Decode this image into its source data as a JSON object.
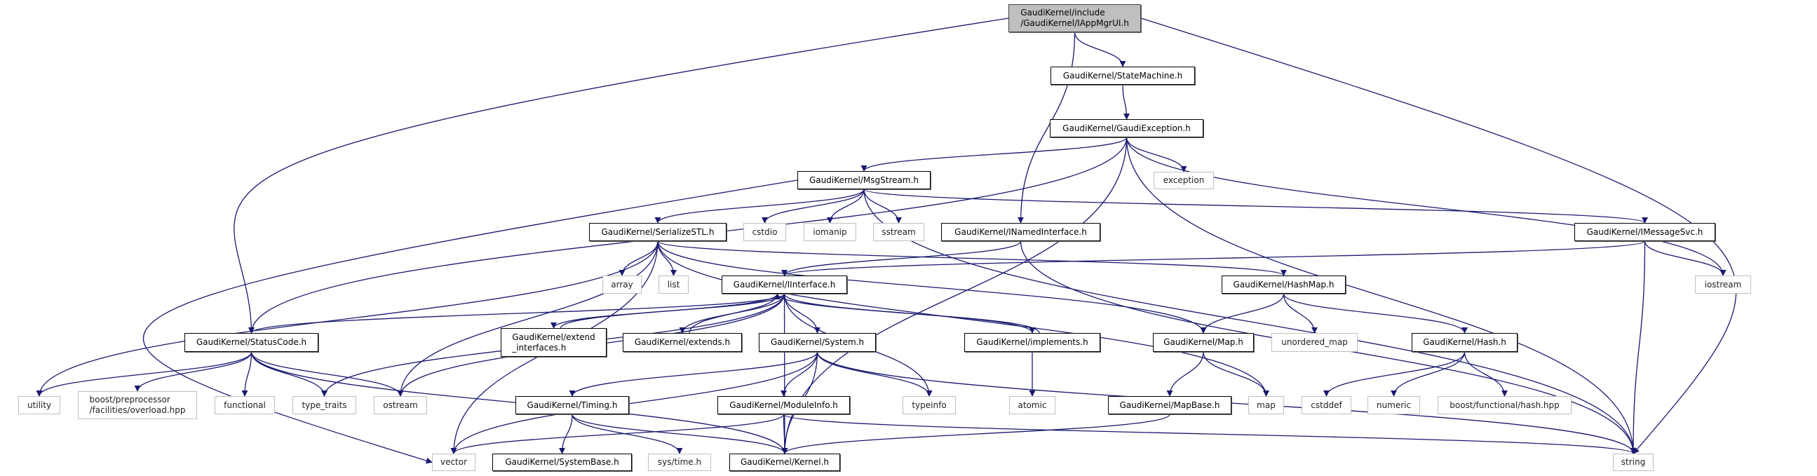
{
  "graph": {
    "edge_color": "#191970",
    "root_fill": "#bfbfbf",
    "nodes": {
      "root": {
        "label": "GaudiKernel/include\n/GaudiKernel/IAppMgrUI.h",
        "kind": "root"
      },
      "statemachine": {
        "label": "GaudiKernel/StateMachine.h",
        "kind": "documented"
      },
      "gaudiexception": {
        "label": "GaudiKernel/GaudiException.h",
        "kind": "documented"
      },
      "exception": {
        "label": "exception",
        "kind": "external"
      },
      "msgstream": {
        "label": "GaudiKernel/MsgStream.h",
        "kind": "documented"
      },
      "serializestl": {
        "label": "GaudiKernel/SerializeSTL.h",
        "kind": "documented"
      },
      "cstdio": {
        "label": "cstdio",
        "kind": "external"
      },
      "iomanip": {
        "label": "iomanip",
        "kind": "external"
      },
      "sstream": {
        "label": "sstream",
        "kind": "external"
      },
      "inamedinterface": {
        "label": "GaudiKernel/INamedInterface.h",
        "kind": "documented"
      },
      "imessagesvc": {
        "label": "GaudiKernel/IMessageSvc.h",
        "kind": "documented"
      },
      "array": {
        "label": "array",
        "kind": "external"
      },
      "list": {
        "label": "list",
        "kind": "external"
      },
      "iinterface": {
        "label": "GaudiKernel/IInterface.h",
        "kind": "documented"
      },
      "hashmap": {
        "label": "GaudiKernel/HashMap.h",
        "kind": "documented"
      },
      "iostream": {
        "label": "iostream",
        "kind": "external"
      },
      "statuscode": {
        "label": "GaudiKernel/StatusCode.h",
        "kind": "documented"
      },
      "extend_interfaces": {
        "label": "GaudiKernel/extend\n_interfaces.h",
        "kind": "documented"
      },
      "extends": {
        "label": "GaudiKernel/extends.h",
        "kind": "documented"
      },
      "system": {
        "label": "GaudiKernel/System.h",
        "kind": "documented"
      },
      "implements": {
        "label": "GaudiKernel/implements.h",
        "kind": "documented"
      },
      "map_h": {
        "label": "GaudiKernel/Map.h",
        "kind": "documented"
      },
      "unordered_map": {
        "label": "unordered_map",
        "kind": "external"
      },
      "hash": {
        "label": "GaudiKernel/Hash.h",
        "kind": "documented"
      },
      "utility": {
        "label": "utility",
        "kind": "external"
      },
      "boost_pp": {
        "label": "boost/preprocessor\n/facilities/overload.hpp",
        "kind": "external"
      },
      "functional": {
        "label": "functional",
        "kind": "external"
      },
      "type_traits": {
        "label": "type_traits",
        "kind": "external"
      },
      "ostream": {
        "label": "ostream",
        "kind": "external"
      },
      "timing": {
        "label": "GaudiKernel/Timing.h",
        "kind": "documented"
      },
      "moduleinfo": {
        "label": "GaudiKernel/ModuleInfo.h",
        "kind": "documented"
      },
      "typeinfo": {
        "label": "typeinfo",
        "kind": "external"
      },
      "atomic": {
        "label": "atomic",
        "kind": "external"
      },
      "mapbase": {
        "label": "GaudiKernel/MapBase.h",
        "kind": "documented"
      },
      "map": {
        "label": "map",
        "kind": "external"
      },
      "cstddef": {
        "label": "cstddef",
        "kind": "external"
      },
      "numeric": {
        "label": "numeric",
        "kind": "external"
      },
      "boost_hash": {
        "label": "boost/functional/hash.hpp",
        "kind": "external"
      },
      "vector": {
        "label": "vector",
        "kind": "external"
      },
      "systembase": {
        "label": "GaudiKernel/SystemBase.h",
        "kind": "documented"
      },
      "systime": {
        "label": "sys/time.h",
        "kind": "external"
      },
      "kernel": {
        "label": "GaudiKernel/Kernel.h",
        "kind": "documented"
      },
      "string": {
        "label": "string",
        "kind": "external"
      }
    },
    "edges": [
      [
        "root",
        "statemachine"
      ],
      [
        "root",
        "inamedinterface"
      ],
      [
        "root",
        "statuscode"
      ],
      [
        "root",
        "string"
      ],
      [
        "statemachine",
        "gaudiexception"
      ],
      [
        "gaudiexception",
        "msgstream"
      ],
      [
        "gaudiexception",
        "statuscode"
      ],
      [
        "gaudiexception",
        "exception"
      ],
      [
        "gaudiexception",
        "kernel"
      ],
      [
        "gaudiexception",
        "iostream"
      ],
      [
        "gaudiexception",
        "string"
      ],
      [
        "msgstream",
        "serializestl"
      ],
      [
        "msgstream",
        "cstdio"
      ],
      [
        "msgstream",
        "iomanip"
      ],
      [
        "msgstream",
        "sstream"
      ],
      [
        "msgstream",
        "vector"
      ],
      [
        "msgstream",
        "string"
      ],
      [
        "msgstream",
        "imessagesvc"
      ],
      [
        "serializestl",
        "array"
      ],
      [
        "serializestl",
        "list"
      ],
      [
        "serializestl",
        "utility"
      ],
      [
        "serializestl",
        "ostream"
      ],
      [
        "serializestl",
        "vector"
      ],
      [
        "serializestl",
        "hashmap"
      ],
      [
        "serializestl",
        "map_h"
      ],
      [
        "serializestl",
        "map"
      ],
      [
        "inamedinterface",
        "iinterface"
      ],
      [
        "inamedinterface",
        "string"
      ],
      [
        "imessagesvc",
        "iinterface"
      ],
      [
        "imessagesvc",
        "string"
      ],
      [
        "imessagesvc",
        "iostream"
      ],
      [
        "iinterface",
        "statuscode"
      ],
      [
        "iinterface",
        "extend_interfaces"
      ],
      [
        "iinterface",
        "extends"
      ],
      [
        "iinterface",
        "system"
      ],
      [
        "iinterface",
        "implements"
      ],
      [
        "iinterface",
        "kernel"
      ],
      [
        "iinterface",
        "typeinfo"
      ],
      [
        "iinterface",
        "type_traits"
      ],
      [
        "iinterface",
        "ostream"
      ],
      [
        "extend_interfaces",
        "iinterface"
      ],
      [
        "extends",
        "iinterface"
      ],
      [
        "implements",
        "iinterface"
      ],
      [
        "implements",
        "atomic"
      ],
      [
        "system",
        "timing"
      ],
      [
        "system",
        "moduleinfo"
      ],
      [
        "system",
        "kernel"
      ],
      [
        "system",
        "vector"
      ],
      [
        "system",
        "typeinfo"
      ],
      [
        "system",
        "string"
      ],
      [
        "statuscode",
        "utility"
      ],
      [
        "statuscode",
        "boost_pp"
      ],
      [
        "statuscode",
        "functional"
      ],
      [
        "statuscode",
        "type_traits"
      ],
      [
        "statuscode",
        "ostream"
      ],
      [
        "statuscode",
        "kernel"
      ],
      [
        "timing",
        "systembase"
      ],
      [
        "timing",
        "systime"
      ],
      [
        "timing",
        "kernel"
      ],
      [
        "moduleinfo",
        "kernel"
      ],
      [
        "moduleinfo",
        "vector"
      ],
      [
        "moduleinfo",
        "string"
      ],
      [
        "hashmap",
        "map_h"
      ],
      [
        "hashmap",
        "unordered_map"
      ],
      [
        "hashmap",
        "hash"
      ],
      [
        "map_h",
        "mapbase"
      ],
      [
        "map_h",
        "map"
      ],
      [
        "mapbase",
        "kernel"
      ],
      [
        "hash",
        "cstddef"
      ],
      [
        "hash",
        "numeric"
      ],
      [
        "hash",
        "boost_hash"
      ]
    ]
  }
}
